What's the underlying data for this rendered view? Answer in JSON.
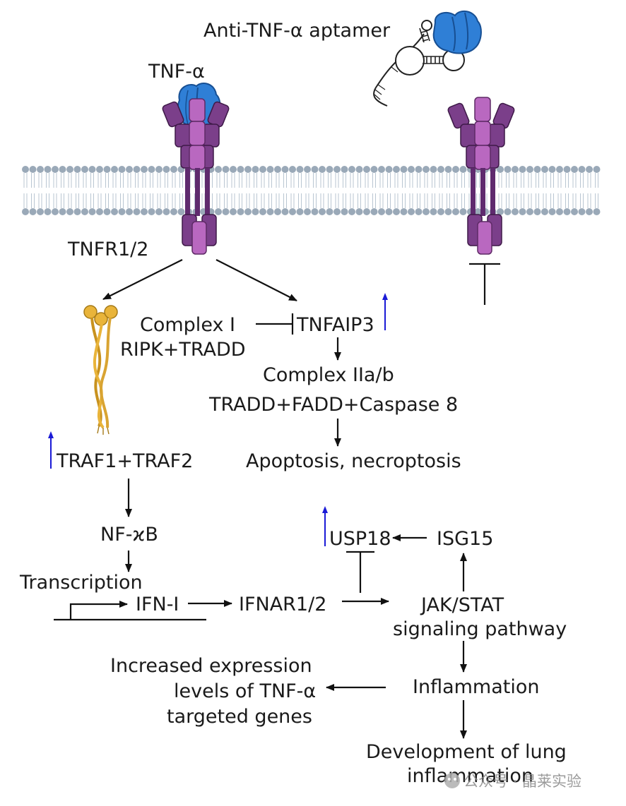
{
  "labels": {
    "aptamer": "Anti-TNF-α aptamer",
    "tnf": "TNF-α",
    "receptor": "TNFR1/2",
    "complex1_line1": "Complex I",
    "complex1_line2": "RIPK+TRADD",
    "tnfaip3": "TNFAIP3",
    "complex2_line1": "Complex IIa/b",
    "complex2_line2": "TRADD+FADD+Caspase 8",
    "apoptosis": "Apoptosis, necroptosis",
    "traf": "TRAF1+TRAF2",
    "nfkb": "NF-ϰB",
    "transcription": "Transcription",
    "ifn": "IFN-I",
    "ifnar": "IFNAR1/2",
    "usp18": "USP18",
    "isg15": "ISG15",
    "jak_line1": "JAK/STAT",
    "jak_line2": "signaling pathway",
    "increased_line1": "Increased expression",
    "increased_line2": "levels of TNF-α",
    "increased_line3": "targeted genes",
    "inflammation": "Inflammation",
    "lung_line1": "Development of lung",
    "lung_line2": "inflammation"
  },
  "watermark": "公众号 · 晶莱实验",
  "colors": {
    "membrane_head": "#9aa9b8",
    "membrane_tail": "#b9c6d2",
    "receptor_dark": "#5f2a6e",
    "receptor_mid": "#7b3f8a",
    "receptor_light": "#b968c0",
    "tnf_blue": "#2f7fd6",
    "traf_yellow": "#e9b43a",
    "up_arrow": "#1a1ad6"
  }
}
